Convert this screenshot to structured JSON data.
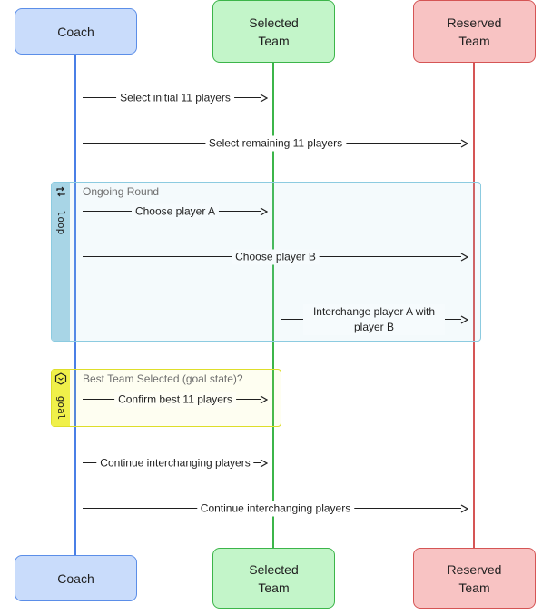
{
  "participants": {
    "coach": {
      "label": "Coach",
      "fill": "#c9dcfb",
      "border": "#5b8ee8",
      "line": "#4a7fe6"
    },
    "selected": {
      "label": "Selected\nTeam",
      "fill": "#c3f5c9",
      "border": "#3cb54a",
      "line": "#3cb54a"
    },
    "reserved": {
      "label": "Reserved\nTeam",
      "fill": "#f8c3c3",
      "border": "#d55555",
      "line": "#d55555"
    }
  },
  "messages": {
    "m1": "Select initial 11 players",
    "m2": "Select remaining 11 players",
    "m3": "Choose player A",
    "m4": "Choose player B",
    "m5": "Interchange player A with player B",
    "m6": "Confirm best 11 players",
    "m7": "Continue interchanging players",
    "m8": "Continue interchanging players"
  },
  "frames": {
    "loop": {
      "keyword": "loop",
      "title": "Ongoing Round",
      "color": "#a8d5e6",
      "border": "#8ccbe0",
      "icon": "loop-icon"
    },
    "goal": {
      "keyword": "goal",
      "title": "Best Team Selected (goal state)?",
      "color": "#f0f04a",
      "border": "#dede2a",
      "icon": "hexagon-icon"
    }
  }
}
